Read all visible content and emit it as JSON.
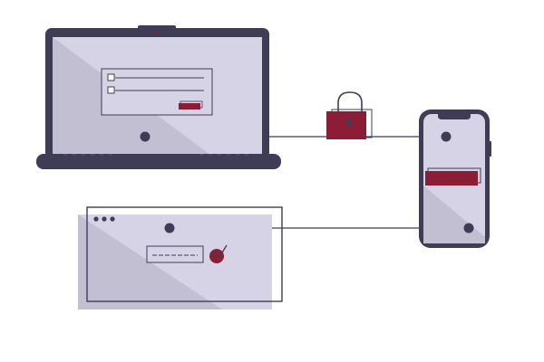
{
  "scene": {
    "description_free": true,
    "devices": [
      "laptop",
      "browser-window",
      "smartphone"
    ],
    "sync_icon": "padlock-icon"
  },
  "colors": {
    "dark": "#3f3d56",
    "accent": "#8b1d36",
    "screen_light": "#d7d3e6",
    "screen_shade": "#c2bfd3",
    "line": "#3f3d56",
    "white": "#ffffff"
  }
}
